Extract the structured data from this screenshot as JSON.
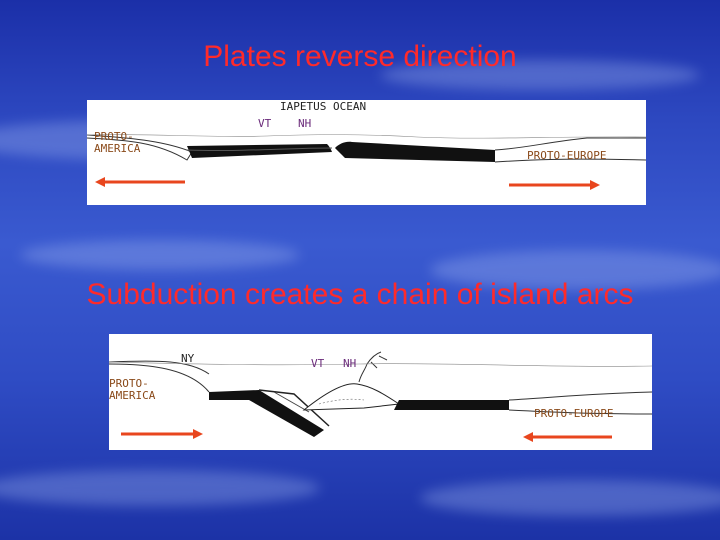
{
  "slide": {
    "title_top": "Plates reverse direction",
    "title_bottom": "Subduction creates a chain of island arcs"
  },
  "diagram_top": {
    "ocean_label": "IAPETUS OCEAN",
    "vt_label": "VT",
    "nh_label": "NH",
    "left_continent": "PROTO-\nAMERICA",
    "right_continent": "PROTO-EUROPE"
  },
  "diagram_bottom": {
    "ny_label": "NY",
    "vt_label": "VT",
    "nh_label": "NH",
    "left_continent": "PROTO-\nAMERICA",
    "right_continent": "PROTO-EUROPE"
  },
  "colors": {
    "title": "#ff2a2a",
    "arrow": "#e8461e",
    "crust": "#111111"
  }
}
